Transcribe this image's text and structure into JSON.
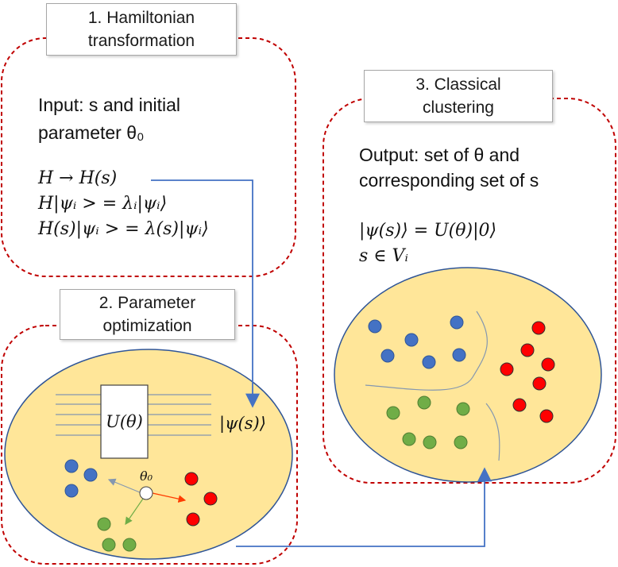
{
  "box1": {
    "title_line1": "1. Hamiltonian",
    "title_line2": "transformation",
    "input_line1": "Input: s and initial",
    "input_line2": "parameter θ₀",
    "eq1": "H → H(s)",
    "eq2": "H|ψᵢ > = λᵢ|ψᵢ⟩",
    "eq3": "H(s)|ψᵢ > = λ(s)|ψᵢ⟩"
  },
  "box2": {
    "title_line1": "2. Parameter",
    "title_line2": "optimization",
    "gate_label": "U(θ)",
    "state_label": "|ψ(s)⟩",
    "theta_label": "θ₀"
  },
  "box3": {
    "title_line1": "3. Classical",
    "title_line2": "clustering",
    "output_line1": "Output: set of θ and",
    "output_line2": "corresponding set of s",
    "eq1": "|ψ(s)⟩ = U(θ)|0⟩",
    "eq2": "s ∈ Vᵢ"
  },
  "colors": {
    "dashed_border": "#c00000",
    "ellipse_fill": "#ffe699",
    "ellipse_stroke": "#2f5597",
    "arrow": "#4472c4",
    "blue_dot": "#4472c4",
    "red_dot": "#ff0000",
    "green_dot": "#70ad47"
  }
}
